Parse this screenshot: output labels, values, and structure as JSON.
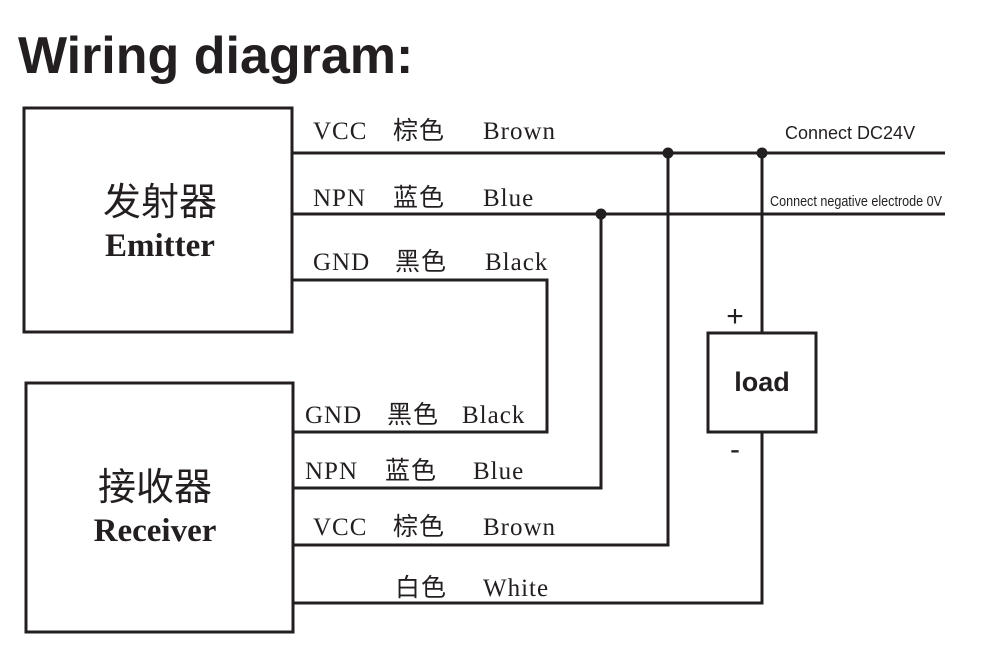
{
  "title": "Wiring diagram:",
  "emitter": {
    "name_cn": "发射器",
    "name_en": "Emitter"
  },
  "receiver": {
    "name_cn": "接收器",
    "name_en": "Receiver"
  },
  "emitter_wires": {
    "vcc": {
      "signal": "VCC",
      "color_cn": "棕色",
      "color_en": "Brown"
    },
    "npn": {
      "signal": "NPN",
      "color_cn": "蓝色",
      "color_en": "Blue"
    },
    "gnd": {
      "signal": "GND",
      "color_cn": "黑色",
      "color_en": "Black"
    }
  },
  "receiver_wires": {
    "gnd": {
      "signal": "GND",
      "color_cn": "黑色",
      "color_en": "Black"
    },
    "npn": {
      "signal": "NPN",
      "color_cn": "蓝色",
      "color_en": "Blue"
    },
    "vcc": {
      "signal": "VCC",
      "color_cn": "棕色",
      "color_en": "Brown"
    },
    "white": {
      "color_cn": "白色",
      "color_en": "White"
    }
  },
  "connections": {
    "positive": "Connect DC24V",
    "negative": "Connect negative electrode 0V"
  },
  "load": {
    "label": "load",
    "plus": "+",
    "minus": "-"
  }
}
